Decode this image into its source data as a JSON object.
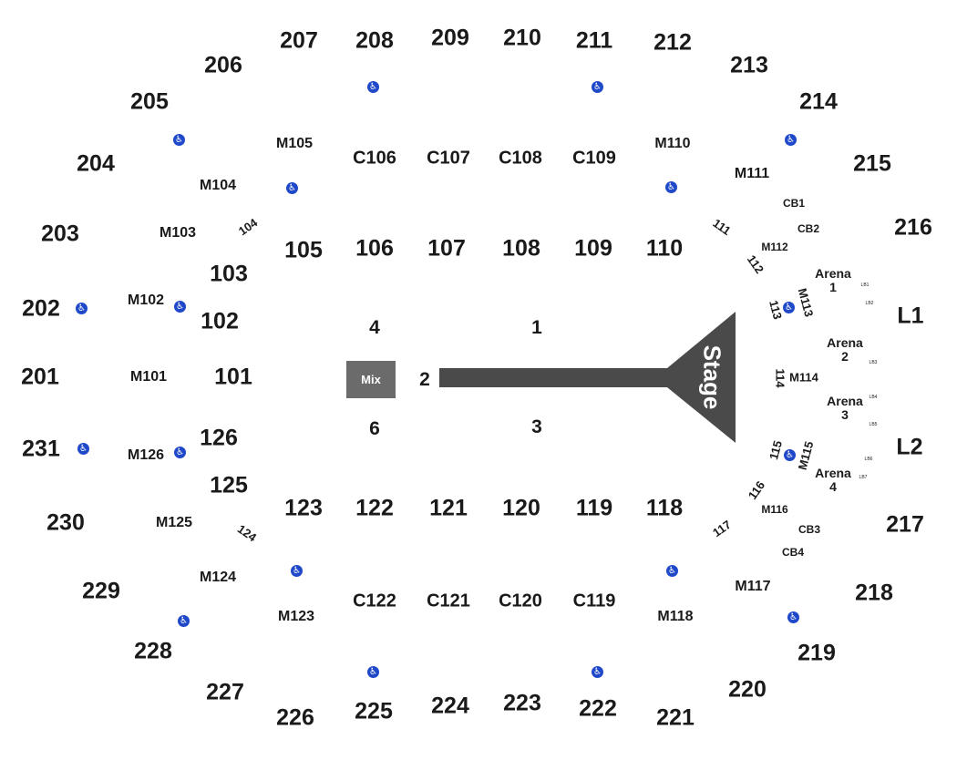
{
  "colors": {
    "stage": "#4a4a4a",
    "mix": "#6b6b6b",
    "ada": "#1f49c9",
    "text": "#1a1a1a"
  },
  "stage": {
    "label": "Stage"
  },
  "mix": {
    "label": "Mix"
  },
  "ada_icon": "wheelchair-icon",
  "sections_200": [
    "207",
    "208",
    "209",
    "210",
    "211",
    "212",
    "206",
    "213",
    "205",
    "214",
    "204",
    "215",
    "203",
    "216",
    "202",
    "201",
    "231",
    "230",
    "229",
    "228",
    "227",
    "226",
    "225",
    "224",
    "223",
    "222",
    "221",
    "220",
    "219",
    "218",
    "217"
  ],
  "sections_club": [
    "C106",
    "C107",
    "C108",
    "C109",
    "C122",
    "C121",
    "C120",
    "C119"
  ],
  "sections_100": [
    "105",
    "106",
    "107",
    "108",
    "109",
    "110",
    "103",
    "102",
    "101",
    "126",
    "125",
    "123",
    "122",
    "121",
    "120",
    "119",
    "118"
  ],
  "sections_m": [
    "M105",
    "M104",
    "M103",
    "M102",
    "M101",
    "M126",
    "M125",
    "M124",
    "M123",
    "M110",
    "M111",
    "M112",
    "M113",
    "M114",
    "M115",
    "M116",
    "M117",
    "M118"
  ],
  "sections_cb": [
    "CB1",
    "CB2",
    "CB3",
    "CB4"
  ],
  "sections_floor": [
    "4",
    "1",
    "2",
    "6",
    "3"
  ],
  "sections_l": [
    "L1",
    "L2"
  ],
  "sections_rotated": [
    "104",
    "124",
    "111",
    "112",
    "113",
    "114",
    "115",
    "116",
    "117"
  ],
  "arena": [
    {
      "line1": "Arena",
      "line2": "1"
    },
    {
      "line1": "Arena",
      "line2": "2"
    },
    {
      "line1": "Arena",
      "line2": "3"
    },
    {
      "line1": "Arena",
      "line2": "4"
    }
  ],
  "loge_boxes": [
    "LB1",
    "LB2",
    "LB3",
    "LB4",
    "LB5",
    "LB6",
    "LB7"
  ]
}
